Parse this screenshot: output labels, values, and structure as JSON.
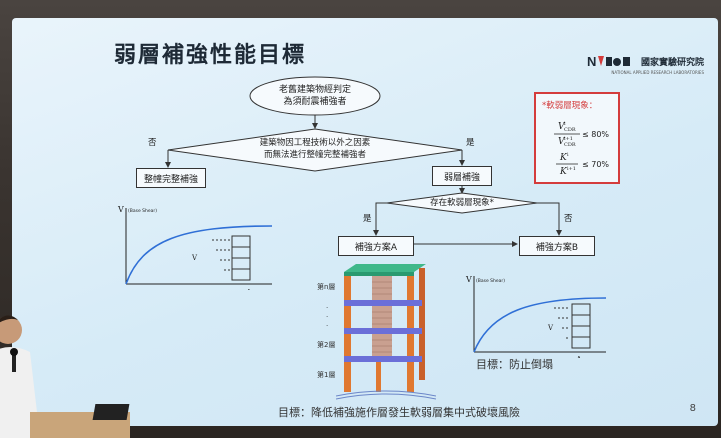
{
  "slide": {
    "title": "弱層補強性能目標",
    "logo_name": "國家實驗研究院",
    "logo_sub": "NATIONAL APPLIED RESEARCH LABORATORIES",
    "page_number": "8"
  },
  "flowchart": {
    "start": "老舊建築物經判定\n為須耐震補強者",
    "decision1": "建築物因工程技術以外之因素\n而無法進行整幢完整補強者",
    "no1": "否",
    "yes1": "是",
    "full": "整幢完整補強",
    "weak": "弱層補強",
    "decision2": "存在軟弱層現象*",
    "yes2": "是",
    "no2": "否",
    "planA": "補強方案A",
    "planB": "補強方案B"
  },
  "soft_story_box": {
    "title": "*軟弱層現象：",
    "ratio1_num": "V",
    "ratio1_num_sup": "i",
    "ratio1_num_sub": "CDR",
    "ratio1_den": "V",
    "ratio1_den_sup": "i+1",
    "ratio1_den_sub": "CDR",
    "ratio1_rhs": "≤ 80%",
    "ratio2_num": "K",
    "ratio2_num_sup": "i",
    "ratio2_den": "K",
    "ratio2_den_sup": "i+1",
    "ratio2_rhs": "≤ 70%"
  },
  "curves": {
    "left_ylabel": "V",
    "left_ylabel_note": "(Base Shear)",
    "left_v": "V",
    "left_xlabel": "Δ",
    "left_xlabel_sub": "roof",
    "right_ylabel": "V",
    "right_ylabel_note": "(Base Shear)",
    "right_v": "V",
    "right_xlabel": "Δ",
    "right_xlabel_sub": "roof"
  },
  "building": {
    "floor_n": "第n層",
    "floor_2": "第2層",
    "floor_1": "第1層",
    "dots": "·\n·\n·"
  },
  "goals": {
    "goal_b": "目標：防止倒塌",
    "goal_a": "目標：降低補強施作層發生軟弱層集中式破壞風險"
  }
}
